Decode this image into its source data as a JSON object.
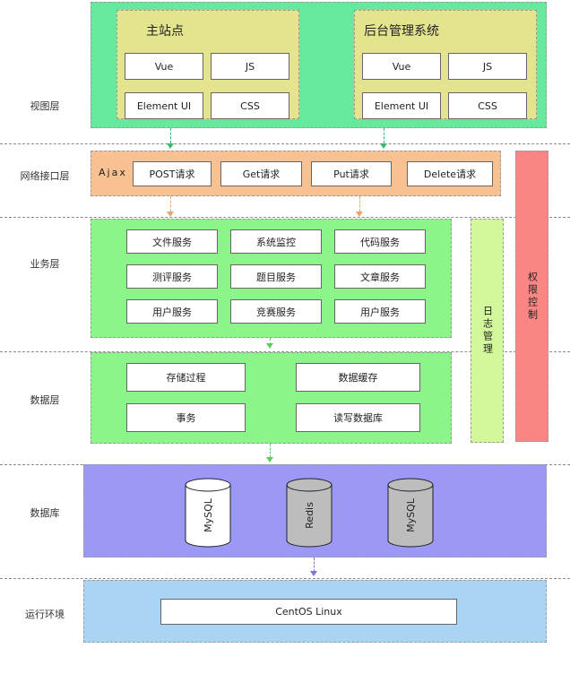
{
  "rows": {
    "view": "视图层",
    "network": "网络接口层",
    "business": "业务层",
    "data": "数据层",
    "database": "数据库",
    "runtime": "运行环境"
  },
  "view_layer": {
    "main_site": {
      "title": "主站点",
      "items": [
        "Vue",
        "JS",
        "Element UI",
        "CSS"
      ]
    },
    "admin": {
      "title": "后台管理系统",
      "items": [
        "Vue",
        "JS",
        "Element UI",
        "CSS"
      ]
    }
  },
  "network_layer": {
    "ajax": "Ajax",
    "requests": [
      "POST请求",
      "Get请求",
      "Put请求",
      "Delete请求"
    ]
  },
  "business_layer": {
    "services": [
      "文件服务",
      "系统监控",
      "代码服务",
      "测评服务",
      "题目服务",
      "文章服务",
      "用户服务",
      "竞赛服务",
      "用户服务"
    ]
  },
  "data_layer": {
    "items": [
      "存储过程",
      "数据缓存",
      "事务",
      "读写数据库"
    ]
  },
  "side": {
    "log": "日志管理",
    "permission": "权限控制"
  },
  "database_layer": {
    "dbs": [
      "MySQL",
      "Redis",
      "MySQL"
    ]
  },
  "runtime_layer": {
    "os": "CentOS Linux"
  },
  "colors": {
    "view_bg": "#66e99d",
    "inner_yellow": "#e4e48f",
    "network_bg": "#f8c192",
    "business_bg": "#8cf58a",
    "log_bg": "#d3f89b",
    "permission_bg": "#f98684",
    "database_bg": "#9b98f6",
    "runtime_bg": "#a9d4f4",
    "cyl_gray": "#bdbdbd"
  }
}
